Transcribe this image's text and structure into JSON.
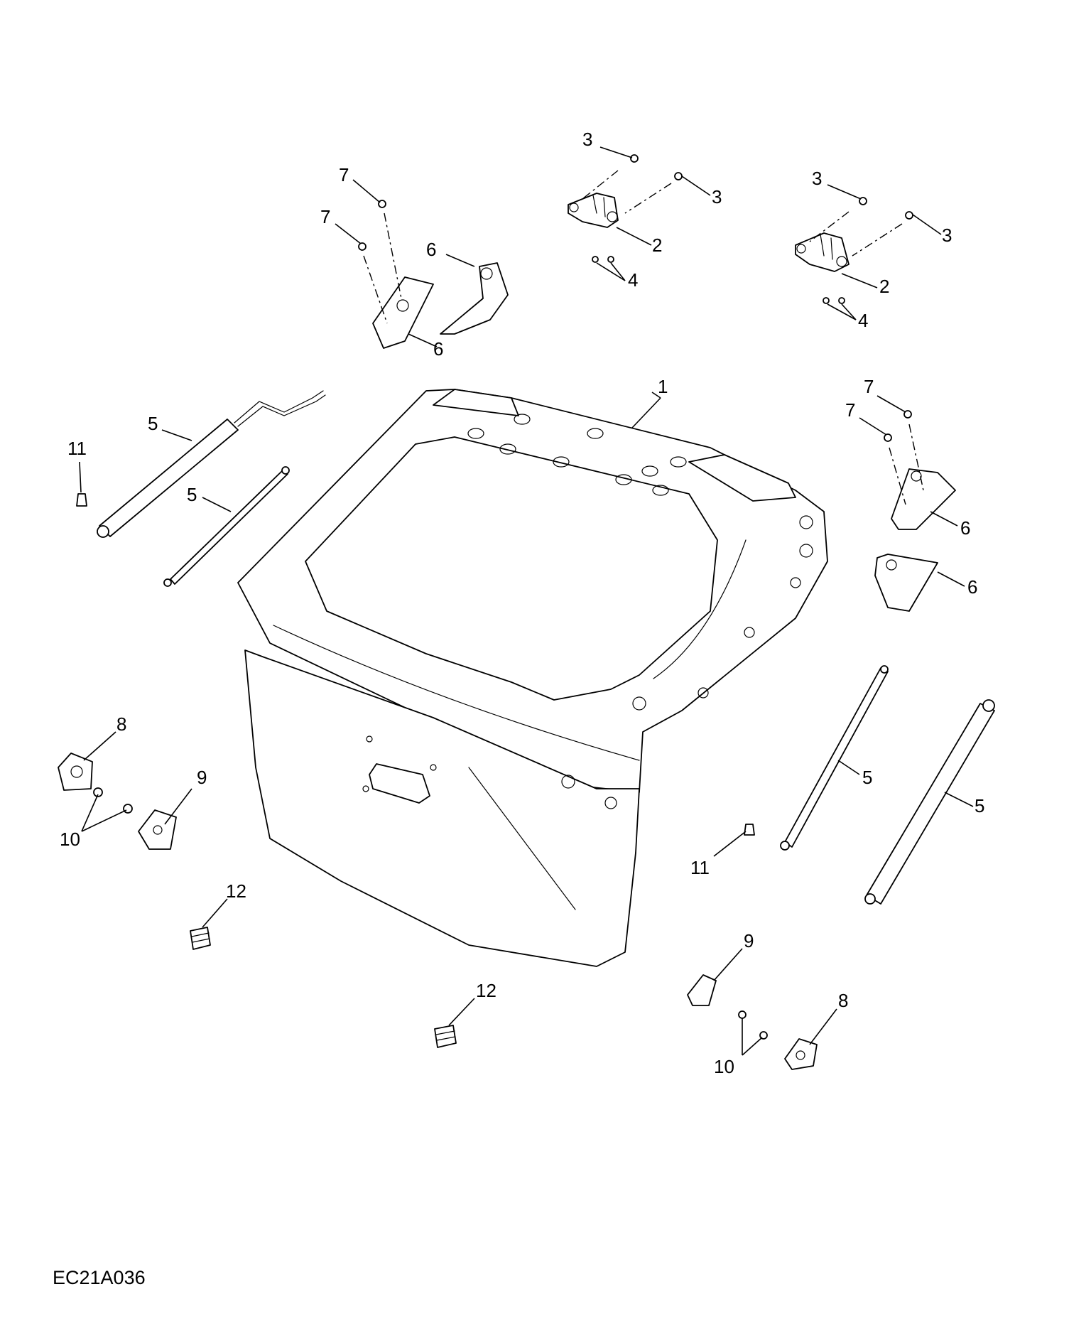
{
  "diagram": {
    "code": "EC21A036",
    "callouts": [
      "1",
      "2",
      "2",
      "3",
      "3",
      "3",
      "3",
      "4",
      "4",
      "5",
      "5",
      "5",
      "5",
      "6",
      "6",
      "6",
      "6",
      "7",
      "7",
      "7",
      "7",
      "8",
      "8",
      "9",
      "9",
      "10",
      "10",
      "11",
      "11",
      "12",
      "12"
    ]
  }
}
